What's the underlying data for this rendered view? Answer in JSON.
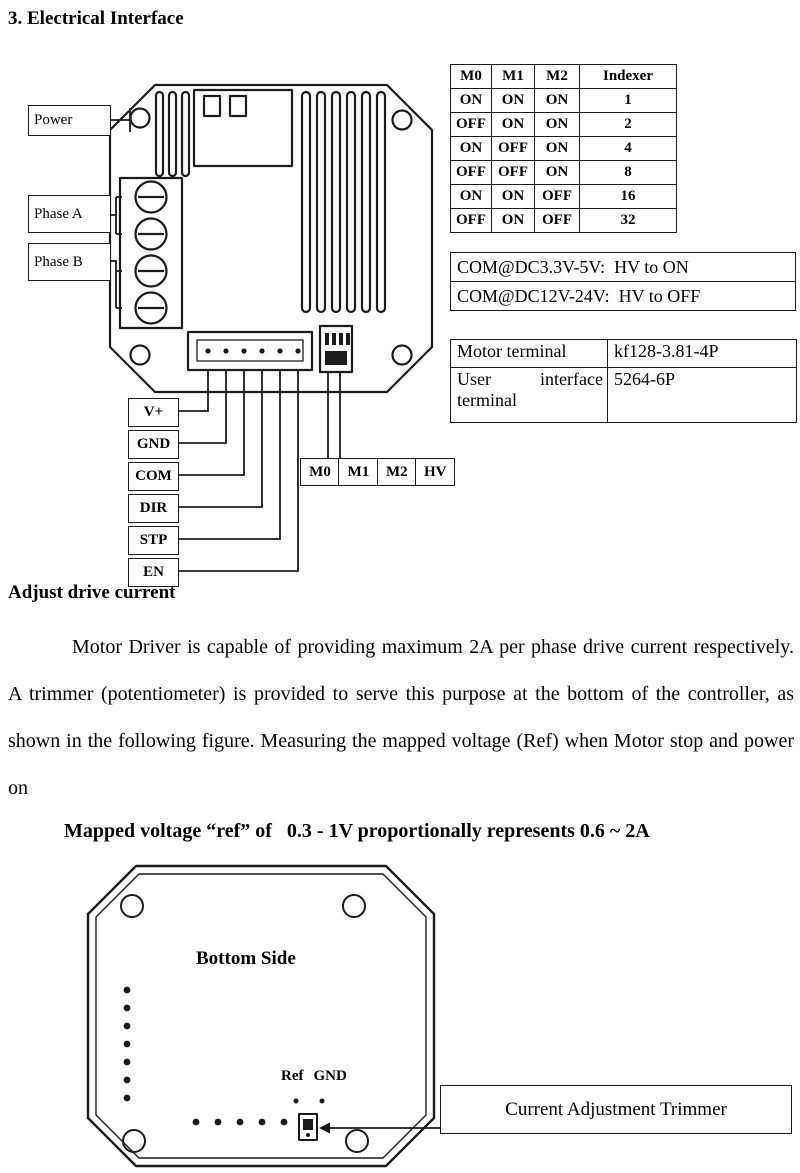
{
  "page": {
    "title": "3. Electrical Interface",
    "section_heading": "Adjust drive current",
    "body_text": "Motor Driver is capable of providing maximum 2A per phase drive current respectively. A trimmer (potentiometer) is provided to serve this purpose at the bottom of the controller, as shown in the following figure. Measuring the mapped voltage (Ref) when Motor stop and power on",
    "mapped_voltage_note": "Mapped voltage “ref” of   0.3 - 1V proportionally represents 0.6 ~ 2A"
  },
  "indexer_table": {
    "headers": [
      "M0",
      "M1",
      "M2",
      "Indexer"
    ],
    "rows": [
      [
        "ON",
        "ON",
        "ON",
        "1"
      ],
      [
        "OFF",
        "ON",
        "ON",
        "2"
      ],
      [
        "ON",
        "OFF",
        "ON",
        "4"
      ],
      [
        "OFF",
        "OFF",
        "ON",
        "8"
      ],
      [
        "ON",
        "ON",
        "OFF",
        "16"
      ],
      [
        "OFF",
        "ON",
        "OFF",
        "32"
      ]
    ]
  },
  "com_levels": {
    "rows": [
      "COM@DC3.3V-5V:  HV to ON",
      "COM@DC12V-24V:  HV to OFF"
    ]
  },
  "terminals": {
    "rows": [
      {
        "name": "Motor terminal",
        "value": "kf128-3.81-4P"
      },
      {
        "name": "User interface terminal",
        "value": "5264-6P"
      }
    ]
  },
  "driver_top_diagram": {
    "power_label": "Power",
    "phase_a_label": "Phase A",
    "phase_b_label": "Phase B",
    "pin_labels": [
      "V+",
      "GND",
      "COM",
      "DIR",
      "STP",
      "EN"
    ],
    "mode_labels": [
      "M0",
      "M1",
      "M2",
      "HV"
    ]
  },
  "driver_bottom_diagram": {
    "title": "Bottom Side",
    "ref_label": "Ref",
    "gnd_label": "GND",
    "callout": "Current Adjustment Trimmer"
  }
}
